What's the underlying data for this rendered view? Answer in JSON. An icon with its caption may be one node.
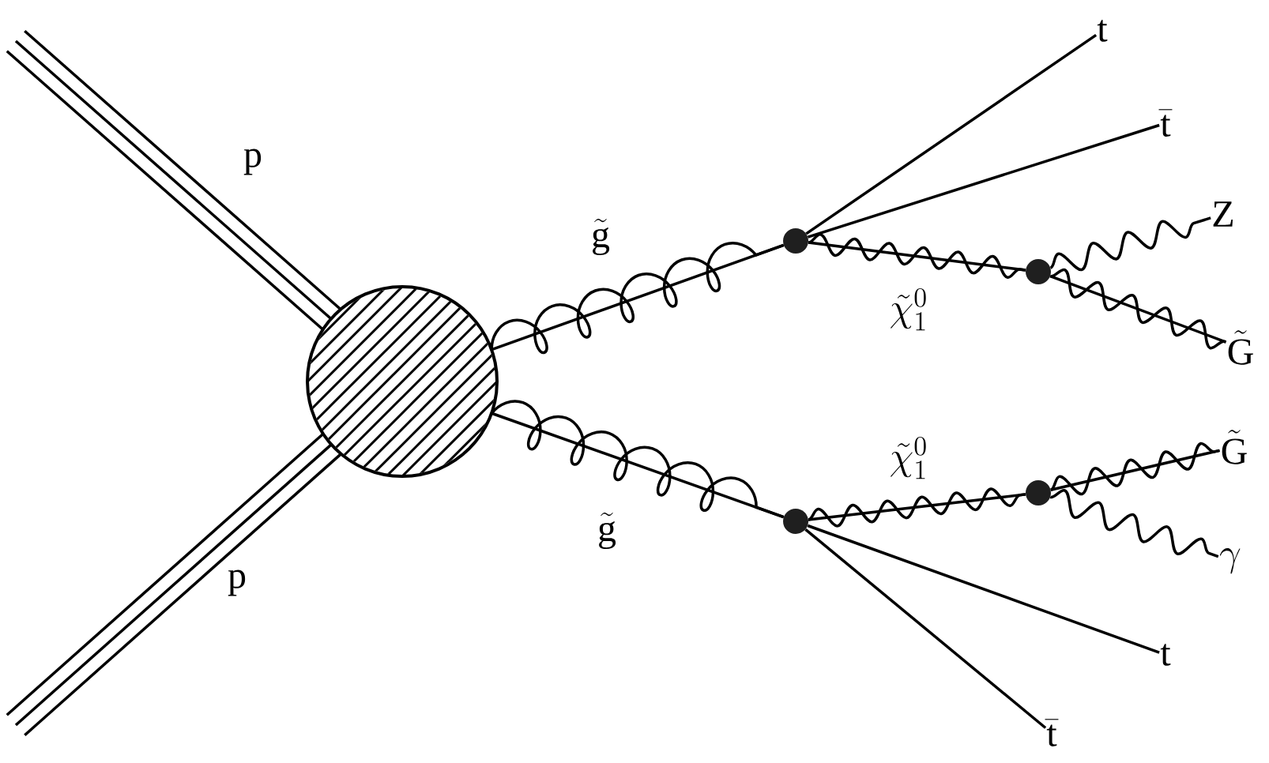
{
  "diagram": {
    "nodes": [
      {
        "text": [],
        "shape": "circle"
      },
      {
        "text": [],
        "shape": "circle"
      },
      {
        "text": [],
        "shape": "circle"
      },
      {
        "text": [],
        "shape": "circle"
      },
      {
        "text": [],
        "shape": "circle"
      },
      {
        "text": [
          "\\mathrm{t}"
        ]
      },
      {
        "text": [
          "\\bar{\\mathrm{t}}"
        ]
      },
      {
        "text": [
          "\\mathrm{Z}"
        ]
      },
      {
        "text": [
          "\\tilde{\\mathrm{G}}"
        ]
      },
      {
        "text": [
          "\\tilde{\\mathrm{G}}"
        ]
      },
      {
        "text": [
          "\\gamma"
        ]
      },
      {
        "text": [
          "\\mathrm{t}"
        ]
      },
      {
        "text": [
          "\\bar{\\mathrm{t}}"
        ]
      }
    ],
    "edges": [
      {
        "from": null,
        "to": 0,
        "arrow": "none",
        "label": "\\mathrm{p}"
      },
      {
        "from": null,
        "to": 0,
        "arrow": "none",
        "label": "\\mathrm{p}"
      },
      {
        "from": 0,
        "to": 1,
        "arrow": "none",
        "label": "\\tilde{\\mathrm{g}}"
      },
      {
        "from": 0,
        "to": 3,
        "arrow": "none",
        "label": "\\tilde{\\mathrm{g}}"
      },
      {
        "from": 1,
        "to": 5,
        "arrow": "none"
      },
      {
        "from": 1,
        "to": 6,
        "arrow": "none"
      },
      {
        "from": 1,
        "to": 2,
        "arrow": "none",
        "label": "\\tilde{\\chi}^0_1"
      },
      {
        "from": 2,
        "to": 7,
        "arrow": "none"
      },
      {
        "from": 2,
        "to": 8,
        "arrow": "none"
      },
      {
        "from": 3,
        "to": 4,
        "arrow": "none",
        "label": "\\tilde{\\chi}^0_1"
      },
      {
        "from": 4,
        "to": 9,
        "arrow": "none"
      },
      {
        "from": 4,
        "to": 10,
        "arrow": "none"
      },
      {
        "from": 3,
        "to": 11,
        "arrow": "none"
      },
      {
        "from": 3,
        "to": 12,
        "arrow": "none"
      }
    ]
  }
}
